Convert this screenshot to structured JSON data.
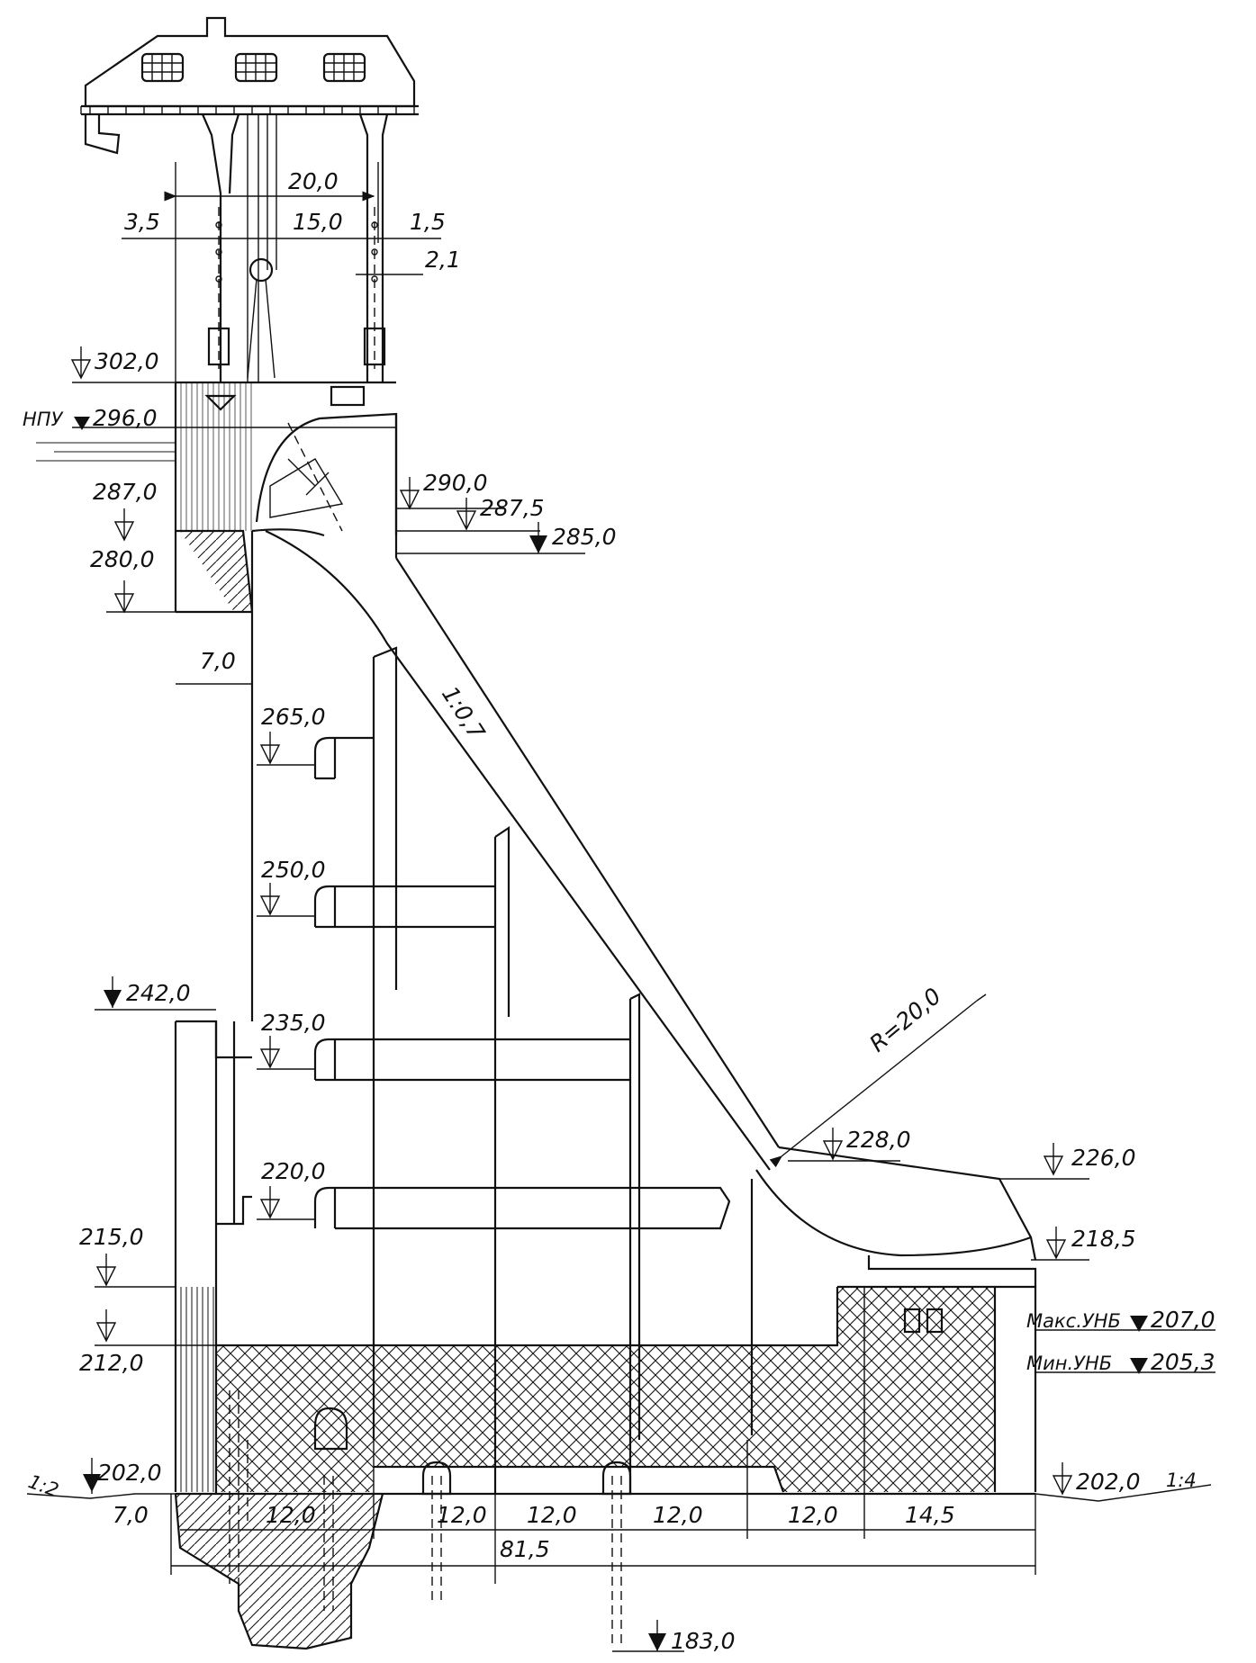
{
  "elevations": {
    "e302": "302,0",
    "npu_label": "НПУ",
    "e296": "296,0",
    "e290": "290,0",
    "e287_5": "287,5",
    "e287": "287,0",
    "e285": "285,0",
    "e280": "280,0",
    "e265": "265,0",
    "e250": "250,0",
    "e242": "242,0",
    "e235": "235,0",
    "e228": "228,0",
    "e226": "226,0",
    "e220": "220,0",
    "e218_5": "218,5",
    "e215": "215,0",
    "e212": "212,0",
    "e207_label": "Макс.УНБ",
    "e207": "207,0",
    "e205_label": "Мин.УНБ",
    "e205": "205,3",
    "e202_left": "202,0",
    "e202_right": "202,0",
    "e183": "183,0"
  },
  "dimensions": {
    "d20": "20,0",
    "d15": "15,0",
    "d3_5": "3,5",
    "d1_5": "1,5",
    "d2_1": "2,1",
    "d7_upper": "7,0",
    "d7_lower": "7,0",
    "d12_a": "12,0",
    "d12_b": "12,0",
    "d12_c": "12,0",
    "d12_d": "12,0",
    "d12_e": "12,0",
    "d14_5": "14,5",
    "d81_5": "81,5"
  },
  "annotations": {
    "slope": "1:0,7",
    "radius": "R=20,0",
    "slope_left": "1:2",
    "slope_right": "1:4"
  }
}
